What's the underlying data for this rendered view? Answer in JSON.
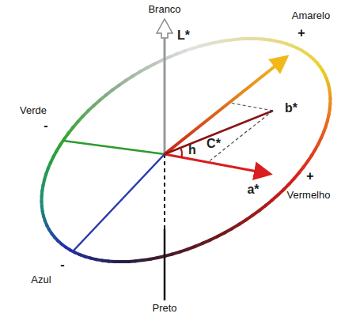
{
  "diagram": {
    "labels": [
      "Branco",
      "+",
      "Amarelo",
      "L*",
      "Verde",
      "-",
      "b*",
      "C*",
      "h",
      "a*",
      "+",
      "Vermelho",
      "-",
      "Azul",
      "Preto"
    ]
  }
}
